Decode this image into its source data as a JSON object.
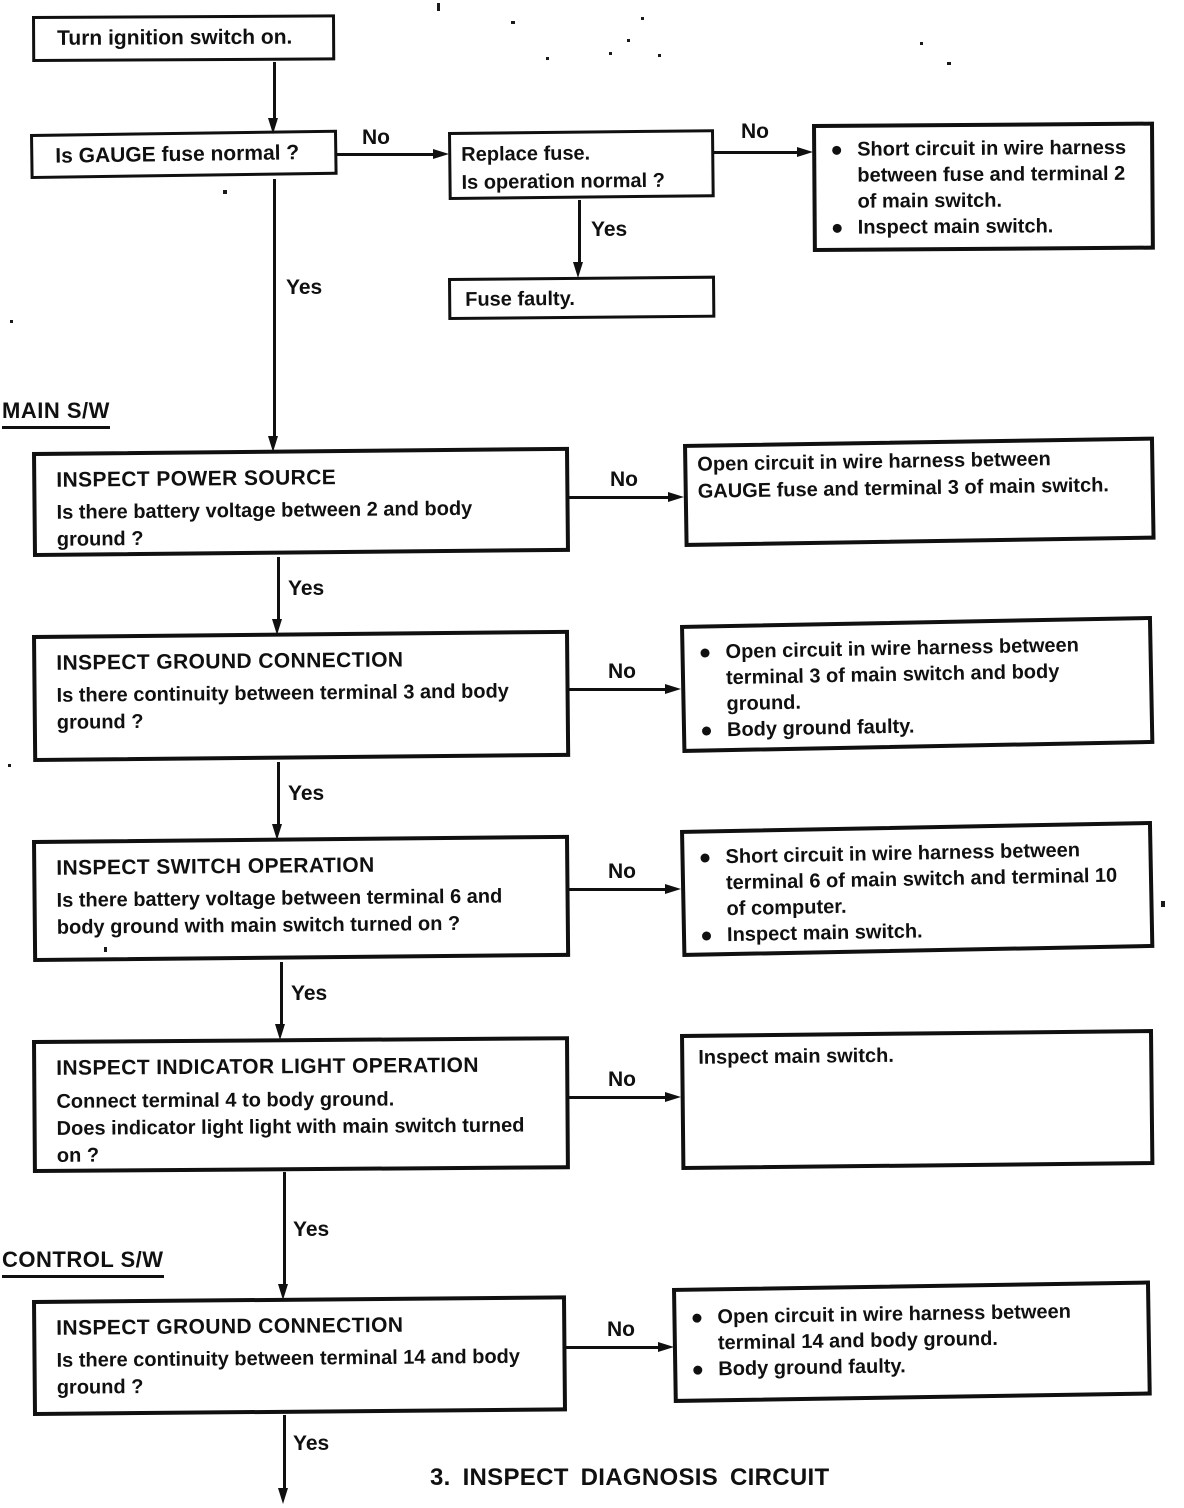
{
  "colors": {
    "ink": "#101010",
    "paper": "#ffffff"
  },
  "sections": {
    "main_sw_label": "MAIN S/W",
    "control_sw_label": "CONTROL S/W"
  },
  "footer": {
    "title": "3. INSPECT DIAGNOSIS CIRCUIT"
  },
  "edge_labels": {
    "yes": "Yes",
    "no": "No"
  },
  "nodes": {
    "start": {
      "text": "Turn ignition switch on."
    },
    "gauge_fuse": {
      "text": "Is GAUGE fuse normal ?"
    },
    "replace_fuse": {
      "line1": "Replace fuse.",
      "line2": "Is operation normal ?"
    },
    "fuse_faulty": {
      "text": "Fuse faulty."
    },
    "short_circuit_fuse": {
      "bullets": [
        "Short circuit in wire harness between fuse and terminal 2 of main switch.",
        "Inspect main switch."
      ]
    },
    "inspect_power_source": {
      "title": "INSPECT POWER SOURCE",
      "question": "Is there battery voltage between 2 and body ground ?"
    },
    "open_circuit_gauge": {
      "text": "Open circuit in wire harness between GAUGE fuse and terminal 3 of main switch."
    },
    "inspect_ground_main": {
      "title": "INSPECT GROUND CONNECTION",
      "question": "Is there continuity between terminal 3 and body ground ?"
    },
    "open_circuit_t3": {
      "bullets": [
        "Open circuit in wire harness between terminal 3 of main switch and body ground.",
        "Body ground faulty."
      ]
    },
    "inspect_switch_op": {
      "title": "INSPECT SWITCH OPERATION",
      "question": "Is there battery voltage between terminal 6 and body ground with main switch turned on ?"
    },
    "short_circuit_t6": {
      "bullets": [
        "Short circuit in wire harness between terminal 6 of main switch and terminal 10 of computer.",
        "Inspect main switch."
      ]
    },
    "inspect_indicator": {
      "title": "INSPECT INDICATOR LIGHT OPERATION",
      "line1": "Connect terminal 4 to body ground.",
      "line2": "Does indicator light light with main switch turned on ?"
    },
    "inspect_main_switch": {
      "text": "Inspect main switch."
    },
    "inspect_ground_control": {
      "title": "INSPECT GROUND CONNECTION",
      "question": "Is there continuity between terminal 14 and body ground ?"
    },
    "open_circuit_t14": {
      "bullets": [
        "Open circuit in wire harness between terminal 14 and body ground.",
        "Body ground faulty."
      ]
    }
  }
}
